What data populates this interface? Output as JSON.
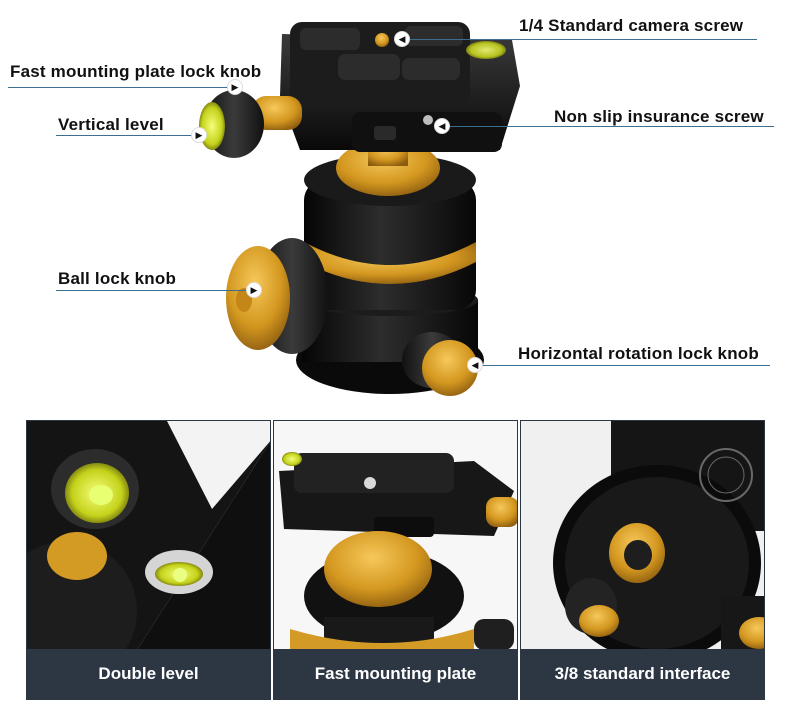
{
  "callouts": {
    "camera_screw": "1/4 Standard camera screw",
    "plate_lock_knob": "Fast mounting plate lock knob",
    "vertical_level": "Vertical level",
    "insurance_screw": "Non slip insurance screw",
    "ball_lock_knob": "Ball lock knob",
    "rotation_lock_knob": "Horizontal rotation lock knob"
  },
  "panels": {
    "double_level": "Double level",
    "mounting_plate": "Fast mounting plate",
    "interface": "3/8 standard interface"
  },
  "colors": {
    "body_black": "#141414",
    "gold": "#d3971f",
    "caption_bg": "#2d3643",
    "leader_line": "#3b6f91"
  }
}
